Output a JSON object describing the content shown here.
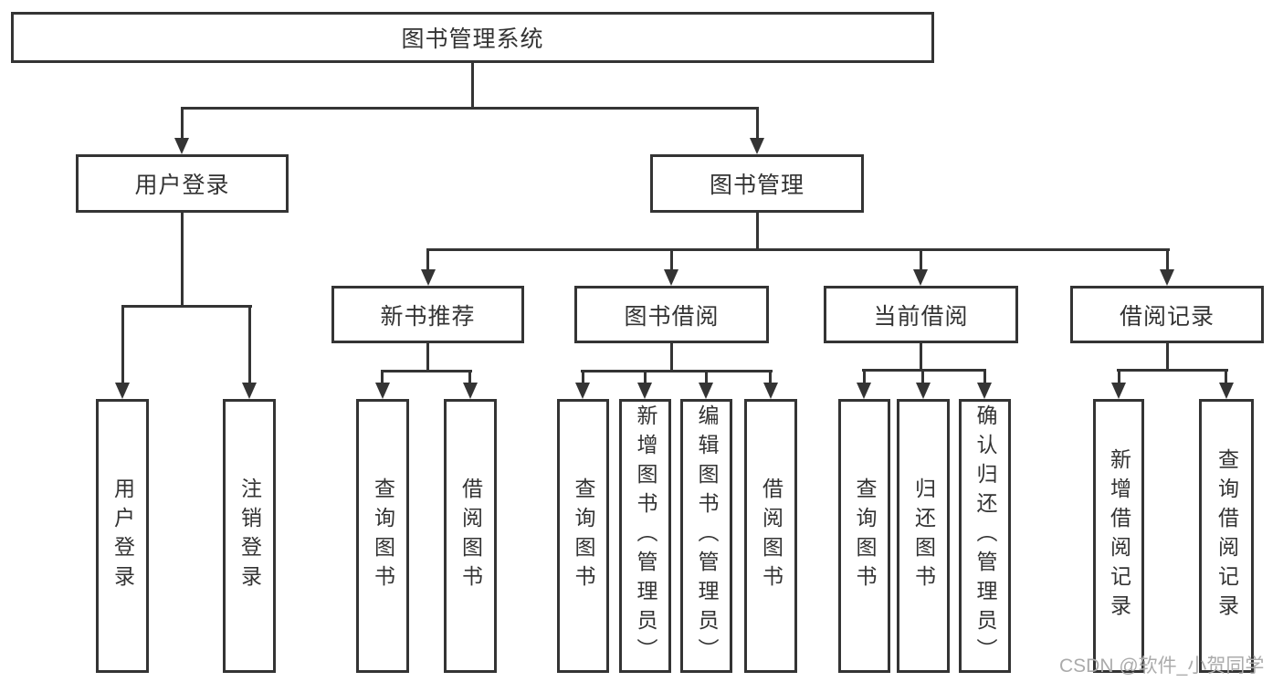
{
  "tree": {
    "root": {
      "label": "图书管理系统",
      "children": [
        {
          "label": "用户登录",
          "children": [
            {
              "label": "用户登录"
            },
            {
              "label": "注销登录"
            }
          ]
        },
        {
          "label": "图书管理",
          "children": [
            {
              "label": "新书推荐",
              "children": [
                {
                  "label": "查询图书"
                },
                {
                  "label": "借阅图书"
                }
              ]
            },
            {
              "label": "图书借阅",
              "children": [
                {
                  "label": "查询图书"
                },
                {
                  "label": "新增图书（管理员）"
                },
                {
                  "label": "编辑图书（管理员）"
                },
                {
                  "label": "借阅图书"
                }
              ]
            },
            {
              "label": "当前借阅",
              "children": [
                {
                  "label": "查询图书"
                },
                {
                  "label": "归还图书"
                },
                {
                  "label": "确认归还（管理员）"
                }
              ]
            },
            {
              "label": "借阅记录",
              "children": [
                {
                  "label": "新增借阅记录"
                },
                {
                  "label": "查询借阅记录"
                }
              ]
            }
          ]
        }
      ]
    }
  },
  "watermark": {
    "text": "CSDN @软件_小贺同学"
  },
  "colors": {
    "line": "#343434",
    "text": "#333333",
    "node_fill": "#ffffff",
    "background": "#ffffff",
    "watermark": "#ababab"
  }
}
